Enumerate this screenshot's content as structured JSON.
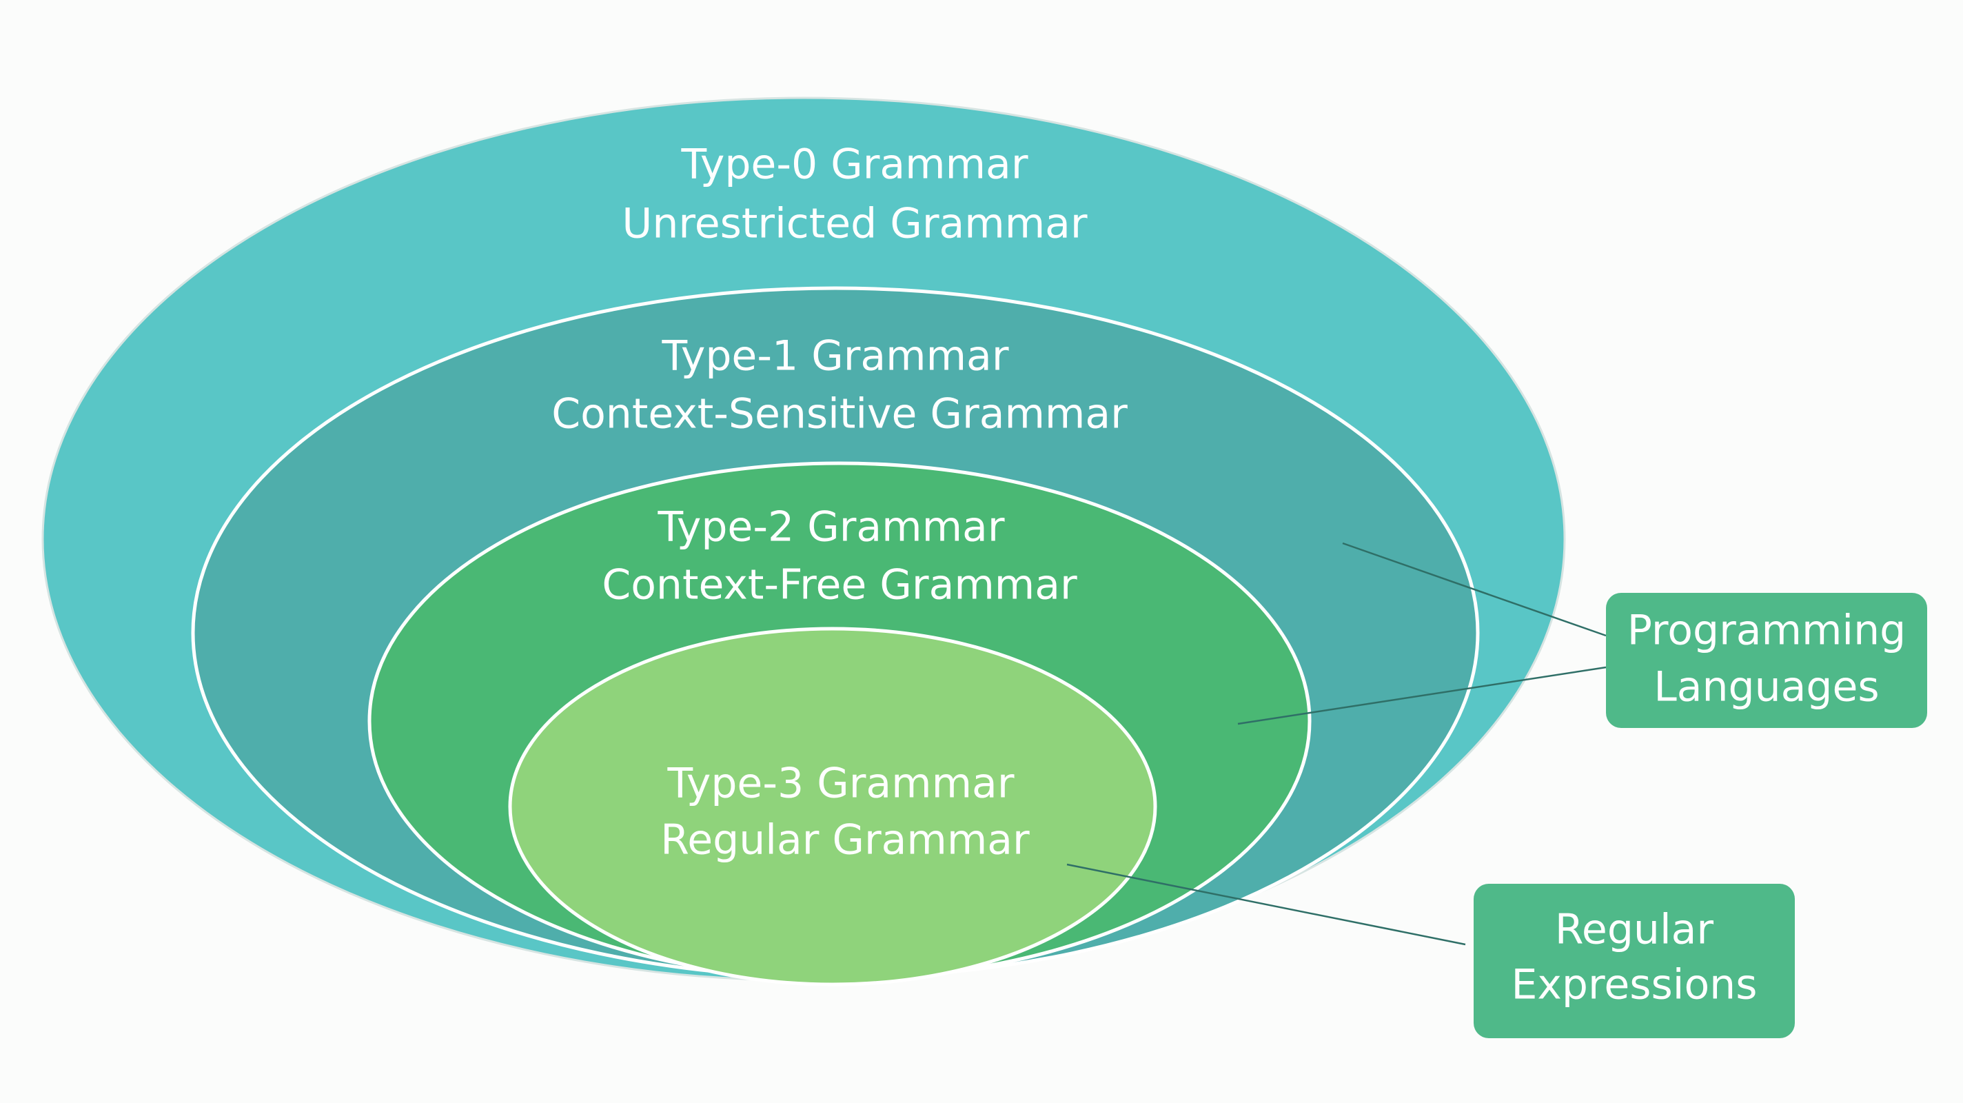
{
  "colors": {
    "background": "#fbfcfb",
    "type0_fill": "#59c6c6",
    "type1_fill": "#4faeab",
    "type2_fill": "#4ab874",
    "type3_fill": "#8fd37b",
    "callout_fill": "#4fb989",
    "connector": "#2f6f67",
    "outline": "#ffffff"
  },
  "levels": [
    {
      "id": "type0",
      "title": "Type-0 Grammar",
      "subtitle": "Unrestricted Grammar"
    },
    {
      "id": "type1",
      "title": "Type-1 Grammar",
      "subtitle": "Context-Sensitive Grammar"
    },
    {
      "id": "type2",
      "title": "Type-2 Grammar",
      "subtitle": "Context-Free Grammar"
    },
    {
      "id": "type3",
      "title": "Type-3 Grammar",
      "subtitle": "Regular Grammar"
    }
  ],
  "callouts": [
    {
      "id": "programming-languages",
      "line1": "Programming",
      "line2": "Languages"
    },
    {
      "id": "regular-expressions",
      "line1": "Regular",
      "line2": "Expressions"
    }
  ]
}
